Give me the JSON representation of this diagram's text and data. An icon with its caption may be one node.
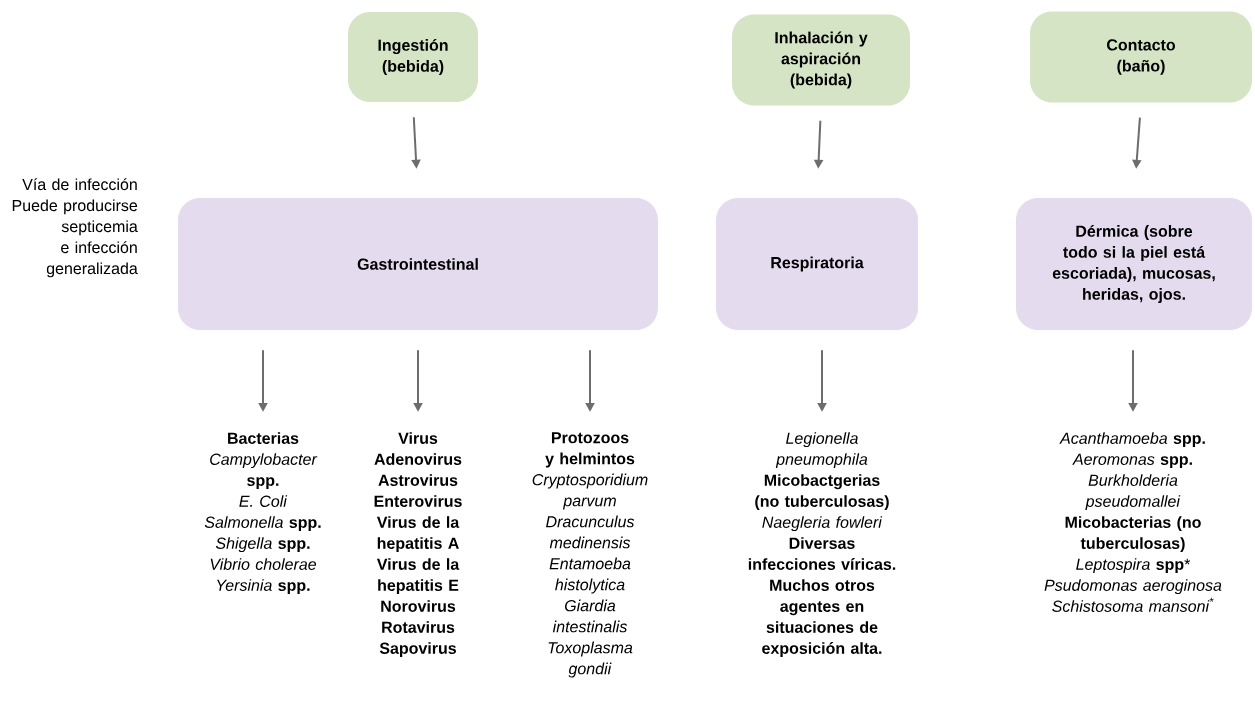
{
  "diagram": {
    "nodes": [
      {
        "text": [
          "Ingestión (bebida)"
        ]
      },
      {
        "text": [
          "Inhalación y aspiración (bebida)"
        ]
      },
      {
        "text": [
          "Contacto (baño)"
        ]
      },
      {
        "text": [
          "Gastrointestinal"
        ]
      },
      {
        "text": [
          "Respiratoria"
        ]
      },
      {
        "text": [
          "Dérmica (sobre todo si la piel está escoriada), mucosas, heridas, ojos."
        ]
      },
      {
        "text": [
          "**Bacterias**",
          "*Campylobacter* **spp.**",
          "*E. Coli*",
          "*Salmonella* **spp.**",
          "*Shigella* **spp.**",
          "*Vibrio cholerae*",
          "*Yersinia* **spp.**"
        ]
      },
      {
        "text": [
          "**Virus**",
          "**Adenovirus**",
          "**Astrovirus**",
          "**Enterovirus**",
          "**Virus de la hepatitis A**",
          "**Virus de la hepatitis E**",
          "**Norovirus**",
          "**Rotavirus**",
          "**Sapovirus**"
        ]
      },
      {
        "text": [
          "**Protozoos y helmintos**",
          "*Cryptosporidium parvum*",
          "*Dracunculus medinensis*",
          "*Entamoeba histolytica*",
          "*Giardia intestinalis*",
          "*Toxoplasma gondii*"
        ]
      },
      {
        "text": [
          "*Legionella pneumophila*",
          "**Micobactgerias (no tuberculosas)**",
          "*Naegleria fowleri*",
          "**Diversas infecciones víricas.**",
          "**Muchos otros agentes en situaciones de exposición alta.**"
        ]
      },
      {
        "text": [
          "*Acanthamoeba* **spp.**",
          "*Aeromonas* **spp.**",
          "*Burkholderia pseudomallei*",
          "**Micobacterias (no tuberculosas)**",
          "*Leptospira* **spp***",
          "*Psudomonas aeroginosa*",
          "*Schistosoma mansoni*$^{*}$"
        ]
      }
    ],
    "edges": [
      {
        "from": 0,
        "to": 3,
        "arrow": "to"
      },
      {
        "from": 1,
        "to": 4,
        "arrow": "to"
      },
      {
        "from": 2,
        "to": 5,
        "arrow": "to"
      },
      {
        "from": 3,
        "to": 6,
        "arrow": "to"
      },
      {
        "from": 3,
        "to": 7,
        "arrow": "to"
      },
      {
        "from": 3,
        "to": 8,
        "arrow": "to"
      },
      {
        "from": 4,
        "to": 9,
        "arrow": "to"
      },
      {
        "from": 5,
        "to": 10,
        "arrow": "to"
      }
    ],
    "labels": [
      "Vía de infección",
      "Puede producirse septicemia e infección generalizada"
    ]
  }
}
